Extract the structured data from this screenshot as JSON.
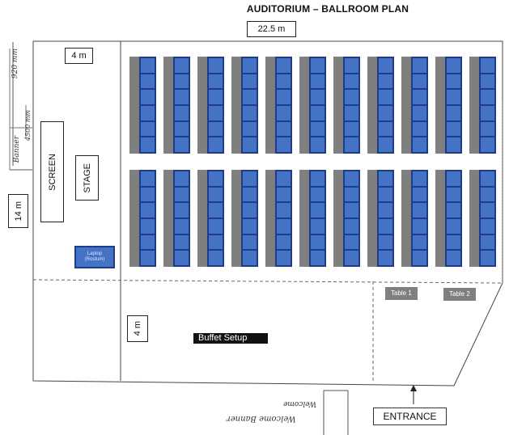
{
  "plan": {
    "title": "AUDITORIUM – BALLROOM PLAN",
    "width_label": "22.5 m",
    "stage_depth_label": "4 m",
    "height_label": "14 m",
    "buffet_depth_label": "4 m",
    "screen_label": "SCREEN",
    "stage_label": "STAGE",
    "laptop_label": "Laptop (Rostum)",
    "buffet_label": "Buffet Setup",
    "table1_label": "Table 1",
    "table2_label": "Table 2",
    "entrance_label": "ENTRANCE",
    "handwritten": {
      "dim_top": "920 mm",
      "banner_text": "Banner",
      "dim_side": "4500 mm",
      "welcome_banner": "Welcome Banner",
      "welcome_sub": "Welcome"
    }
  },
  "seating": {
    "columns_per_block": 11,
    "seats_per_column": 6,
    "blocks": 2
  },
  "colors": {
    "seat_fill": "#4472c4",
    "seat_border": "#1f3c88",
    "aisle_bar": "#7f7f7f",
    "table_tag": "#7f7f7f",
    "buffet_tag": "#111111"
  }
}
